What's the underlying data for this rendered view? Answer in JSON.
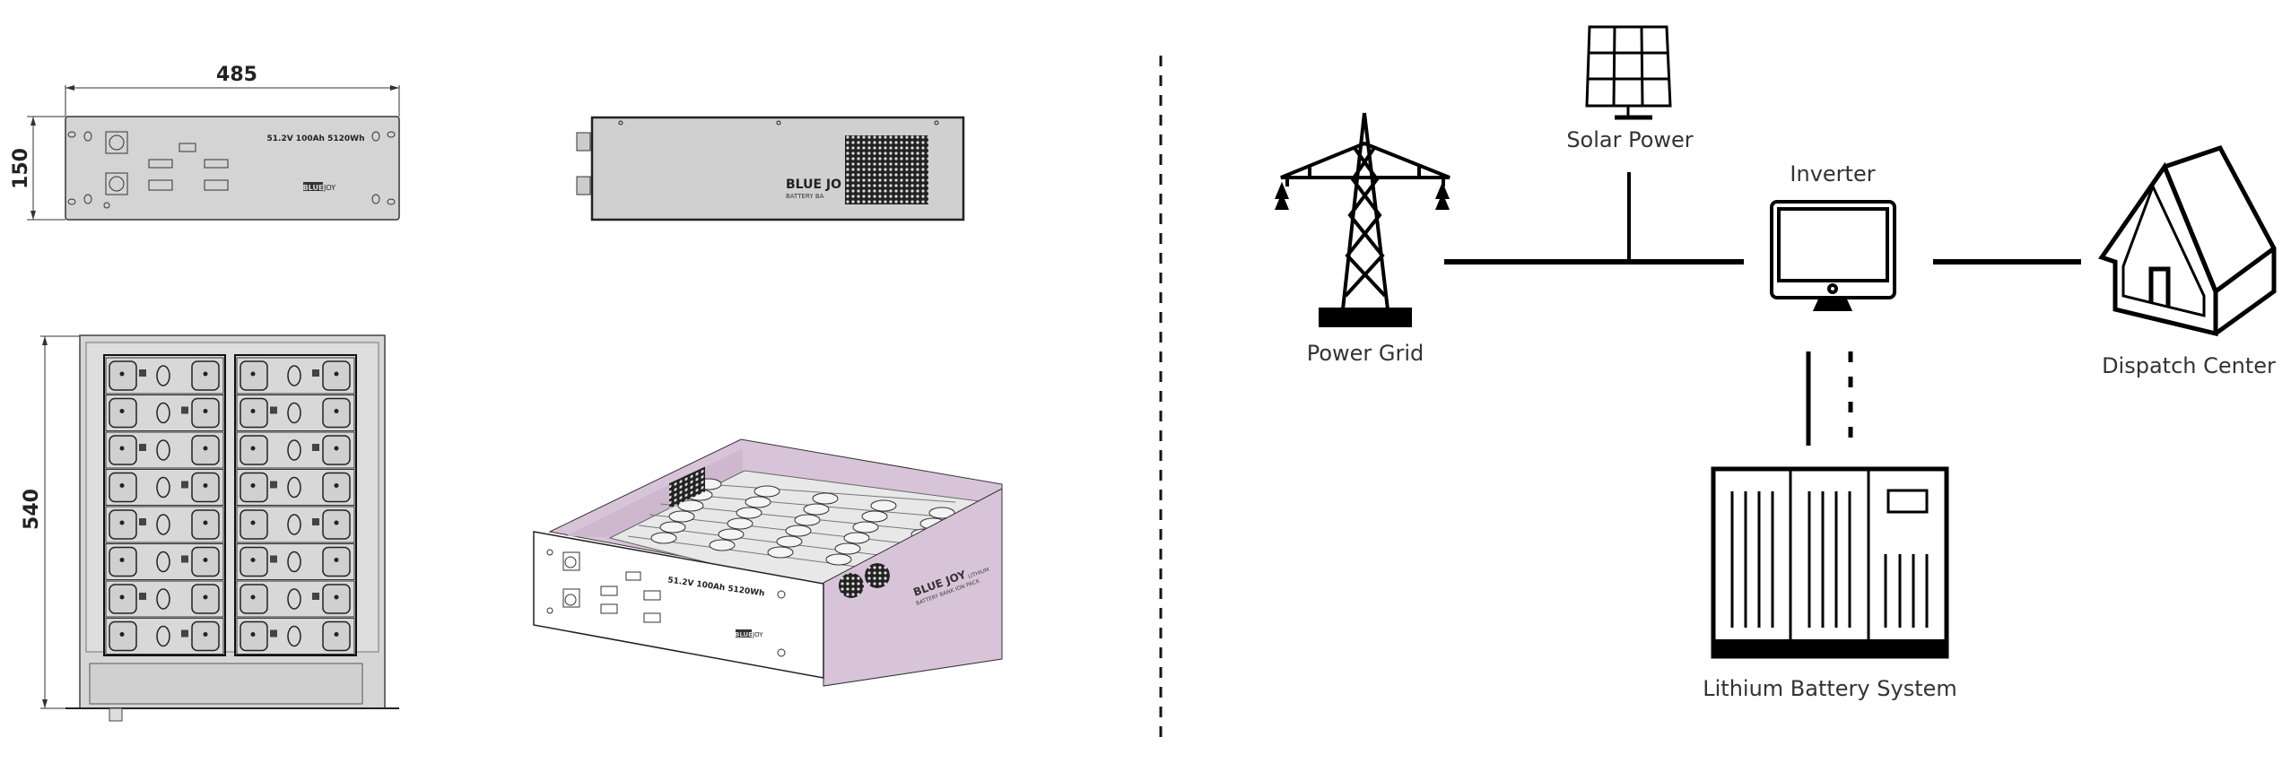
{
  "drawings": {
    "front_view": {
      "width_dim": "485",
      "height_dim": "150",
      "spec_label": "51.2V 100Ah 5120Wh",
      "brand_box": "BLUE",
      "brand_rest": "JOY"
    },
    "side_view": {
      "brand": "BLUE JO",
      "subtitle": "BATTERY BA"
    },
    "top_view": {
      "depth_dim": "540"
    },
    "iso_view": {
      "spec_label": "51.2V 100Ah 5120Wh",
      "brand_box": "BLUE",
      "brand_rest": "JOY",
      "side_brand": "BLUE JOY",
      "side_brand_suffix": "LITHIUM",
      "side_subtitle": "BATTERY BANK ION PACK"
    }
  },
  "diagram": {
    "nodes": {
      "solar": "Solar Power",
      "grid": "Power Grid",
      "inverter": "Inverter",
      "dispatch": "Dispatch Center",
      "battery": "Lithium Battery System"
    }
  },
  "colors": {
    "panel_gray": "#d4d4d4",
    "iso_side": "#d8c4d8",
    "line": "#000000"
  }
}
